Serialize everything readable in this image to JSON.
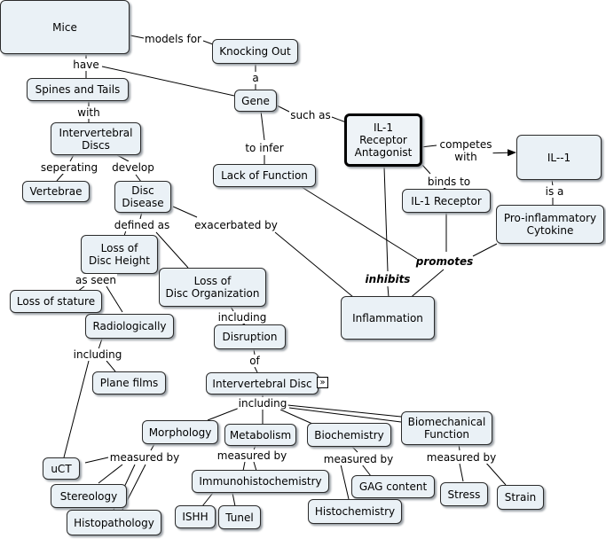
{
  "nodes": {
    "mice": "Mice",
    "knocking_out": "Knocking Out",
    "gene": "Gene",
    "spines_tails": "Spines and Tails",
    "intervertebral_discs": "Intervertebral\nDiscs",
    "il1_ra": "IL-1\nReceptor\nAntagonist",
    "il1": "IL--1",
    "lack_of_function": "Lack of Function",
    "vertebrae": "Vertebrae",
    "disc_disease": "Disc\nDisease",
    "il1_receptor": "IL-1 Receptor",
    "proinflammatory": "Pro-inflammatory\nCytokine",
    "loss_disc_height": "Loss of\nDisc Height",
    "loss_disc_org": "Loss of\nDisc Organization",
    "loss_stature": "Loss of stature",
    "radiologically": "Radiologically",
    "inflammation": "Inflammation",
    "disruption": "Disruption",
    "plane_films": "Plane films",
    "intervertebral_disc": "Intervertebral Disc",
    "morphology": "Morphology",
    "metabolism": "Metabolism",
    "biochemistry": "Biochemistry",
    "biomechanical": "Biomechanical\nFunction",
    "uct": "uCT",
    "stereology": "Stereology",
    "ihc": "Immunohistochemistry",
    "gag": "GAG content",
    "stress": "Stress",
    "strain": "Strain",
    "histopathology": "Histopathology",
    "ishh": "ISHH",
    "tunel": "Tunel",
    "histochemistry": "Histochemistry"
  },
  "labels": {
    "models_for": "models for",
    "have": "have",
    "a": "a",
    "with": "with",
    "such_as": "such as",
    "competes_with": "competes\nwith",
    "to_infer": "to infer",
    "binds_to": "binds to",
    "is_a": "is a",
    "seperating": "seperating",
    "develop": "develop",
    "defined_as": "defined as",
    "exacerbated_by": "exacerbated by",
    "promotes": "promotes",
    "inhibits": "inhibits",
    "as_seen": "as seen",
    "including_1": "including",
    "including_2": "including",
    "of": "of",
    "including_3": "including",
    "measured_by_1": "measured by",
    "measured_by_2": "measured by",
    "measured_by_3": "measured by",
    "measured_by_4": "measured by"
  },
  "icons": {
    "expander": "double-chevron-right-icon"
  }
}
